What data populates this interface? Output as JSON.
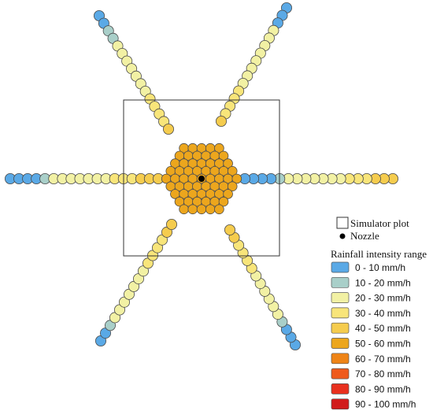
{
  "palette": {
    "c0_10": "#5aa9e6",
    "c10_20": "#a9cfc9",
    "c20_30": "#f2f1a4",
    "c30_40": "#f8e57a",
    "c40_50": "#f5cc4e",
    "c50_60": "#eca61d",
    "c60_70": "#ee8417",
    "c70_80": "#ef5a1d",
    "c80_90": "#e8301e",
    "c90_100": "#d11b1b"
  },
  "legend": {
    "plot_label": "Simulator plot",
    "nozzle_label": "Nozzle",
    "title": "Rainfall intensity range",
    "items": [
      {
        "key": "c0_10",
        "label": "0 - 10 mm/h"
      },
      {
        "key": "c10_20",
        "label": "10 - 20 mm/h"
      },
      {
        "key": "c20_30",
        "label": "20 - 30 mm/h"
      },
      {
        "key": "c30_40",
        "label": "30 - 40 mm/h"
      },
      {
        "key": "c40_50",
        "label": "40 - 50 mm/h"
      },
      {
        "key": "c50_60",
        "label": "50 - 60 mm/h"
      },
      {
        "key": "c60_70",
        "label": "60 - 70 mm/h"
      },
      {
        "key": "c70_80",
        "label": "70 - 80 mm/h"
      },
      {
        "key": "c80_90",
        "label": "80 - 90 mm/h"
      },
      {
        "key": "c90_100",
        "label": "90 - 100 mm/h"
      }
    ]
  },
  "rays": {
    "left": [
      "c0_10",
      "c0_10",
      "c0_10",
      "c0_10",
      "c10_20",
      "c20_30",
      "c20_30",
      "c20_30",
      "c20_30",
      "c20_30",
      "c20_30",
      "c20_30",
      "c30_40",
      "c30_40",
      "c30_40",
      "c40_50",
      "c40_50",
      "c40_50"
    ],
    "right": [
      "c40_50",
      "c40_50",
      "c40_50",
      "c30_40",
      "c30_40",
      "c30_40",
      "c20_30",
      "c20_30",
      "c20_30",
      "c20_30",
      "c20_30",
      "c20_30",
      "c20_30",
      "c10_20",
      "c0_10",
      "c0_10",
      "c0_10",
      "c0_10"
    ],
    "upper_left": [
      "c0_10",
      "c0_10",
      "c10_20",
      "c10_20",
      "c20_30",
      "c20_30",
      "c20_30",
      "c20_30",
      "c20_30",
      "c20_30",
      "c20_30",
      "c30_40",
      "c30_40",
      "c30_40",
      "c30_40",
      "c40_50"
    ],
    "upper_right": [
      "c0_10",
      "c0_10",
      "c0_10",
      "c20_30",
      "c20_30",
      "c20_30",
      "c20_30",
      "c20_30",
      "c20_30",
      "c20_30",
      "c20_30",
      "c30_40",
      "c30_40",
      "c30_40",
      "c30_40",
      "c40_50"
    ],
    "lower_left": [
      "c0_10",
      "c0_10",
      "c10_20",
      "c20_30",
      "c20_30",
      "c20_30",
      "c20_30",
      "c20_30",
      "c20_30",
      "c20_30",
      "c30_40",
      "c30_40",
      "c30_40",
      "c30_40",
      "c40_50",
      "c40_50"
    ],
    "lower_right": [
      "c0_10",
      "c0_10",
      "c0_10",
      "c10_20",
      "c20_30",
      "c20_30",
      "c20_30",
      "c20_30",
      "c20_30",
      "c20_30",
      "c30_40",
      "c30_40",
      "c30_40",
      "c30_40",
      "c40_50",
      "c40_50"
    ]
  },
  "center_cluster": {
    "rows": [
      [
        "c50_60",
        "c50_60",
        "c50_60",
        "c50_60",
        "c50_60"
      ],
      [
        "c50_60",
        "c50_60",
        "c50_60",
        "c50_60",
        "c50_60",
        "c50_60"
      ],
      [
        "c50_60",
        "c50_60",
        "c50_60",
        "c50_60",
        "c50_60",
        "c50_60",
        "c50_60"
      ],
      [
        "c50_60",
        "c50_60",
        "c50_60",
        "c50_60",
        "c50_60",
        "c50_60",
        "c50_60",
        "c50_60"
      ],
      [
        "c50_60",
        "c50_60",
        "c50_60",
        "c50_60",
        "c50_60",
        "c50_60",
        "c50_60",
        "c50_60",
        "c50_60"
      ],
      [
        "c50_60",
        "c50_60",
        "c50_60",
        "c50_60",
        "c50_60",
        "c50_60",
        "c50_60",
        "c50_60"
      ],
      [
        "c50_60",
        "c50_60",
        "c50_60",
        "c50_60",
        "c50_60",
        "c50_60",
        "c50_60"
      ],
      [
        "c50_60",
        "c50_60",
        "c50_60",
        "c50_60",
        "c50_60",
        "c50_60"
      ],
      [
        "c50_60",
        "c50_60",
        "c50_60",
        "c50_60",
        "c50_60"
      ]
    ]
  }
}
